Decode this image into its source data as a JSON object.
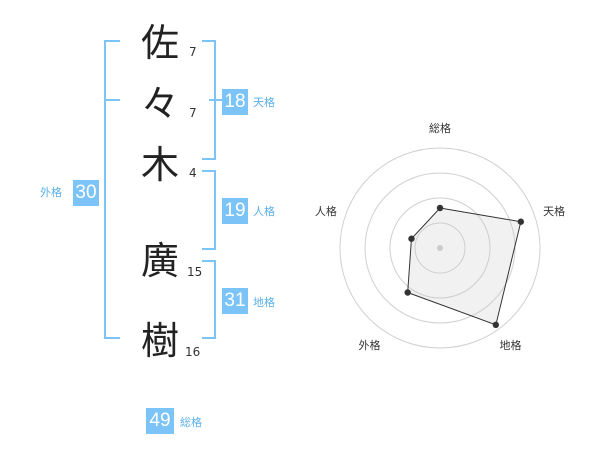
{
  "name_chars": [
    {
      "char": "佐",
      "strokes": "7"
    },
    {
      "char": "々",
      "strokes": "7"
    },
    {
      "char": "木",
      "strokes": "4"
    },
    {
      "char": "廣",
      "strokes": "15"
    },
    {
      "char": "樹",
      "strokes": "16"
    }
  ],
  "fortunes": {
    "tenkaku": {
      "label": "天格",
      "value": "18"
    },
    "jinkaku": {
      "label": "人格",
      "value": "19"
    },
    "chikaku": {
      "label": "地格",
      "value": "31"
    },
    "gaikaku": {
      "label": "外格",
      "value": "30"
    },
    "soukaku": {
      "label": "総格",
      "value": "49"
    }
  },
  "colors": {
    "accent": "#7cc4f8",
    "accent_text": "#5ab0ea"
  },
  "chart_data": {
    "type": "radar",
    "axes": [
      "総格",
      "天格",
      "地格",
      "外格",
      "人格"
    ],
    "values": [
      0.4,
      0.85,
      0.95,
      0.55,
      0.3
    ],
    "max": 1,
    "rings": 4
  }
}
